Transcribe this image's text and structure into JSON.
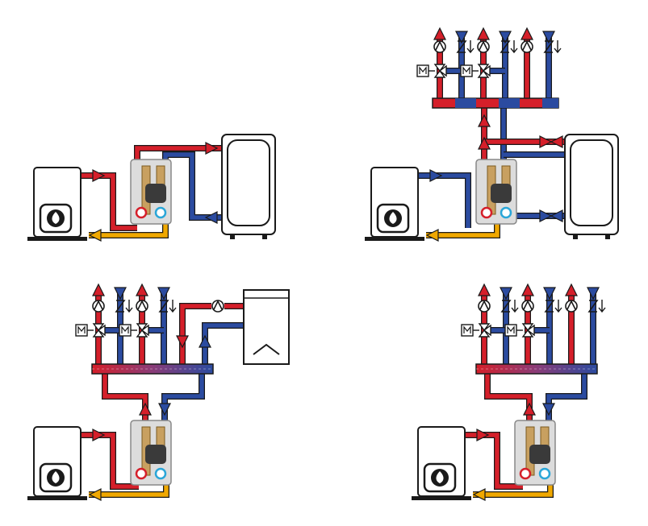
{
  "colors": {
    "supply": "#d51f2a",
    "return": "#2b4ba0",
    "boiler_return": "#f0a800",
    "outline": "#1a1a1a",
    "station": "#dcdcdc",
    "brass": "#c8a060",
    "pump": "#3a3a3a",
    "base": "#1a1a1a"
  },
  "icons": {
    "boiler_burner": "flame-icon",
    "pump": "pump-icon",
    "check_valve": "check-valve-icon",
    "mixing_valve": "mixing-valve-icon",
    "actuator": "motor-actuator-icon",
    "storage_tank": "storage-tank-icon",
    "hot_water_tank": "water-heater-icon",
    "manifold": "manifold-icon"
  },
  "diagrams": [
    {
      "id": "boiler-with-buffer-tank",
      "components": [
        "boiler",
        "pump-station",
        "buffer-tank"
      ]
    },
    {
      "id": "boiler-with-buffer-and-3-circuits",
      "components": [
        "boiler",
        "pump-station",
        "buffer-tank",
        "manifold",
        "mixed-circuit",
        "mixed-circuit",
        "direct-circuit"
      ]
    },
    {
      "id": "boiler-with-manifold-and-dhw",
      "components": [
        "boiler",
        "pump-station",
        "manifold",
        "mixed-circuit",
        "mixed-circuit",
        "dhw-tank"
      ]
    },
    {
      "id": "boiler-with-manifold-3-circuits",
      "components": [
        "boiler",
        "pump-station",
        "manifold",
        "mixed-circuit",
        "mixed-circuit",
        "direct-circuit"
      ]
    }
  ]
}
